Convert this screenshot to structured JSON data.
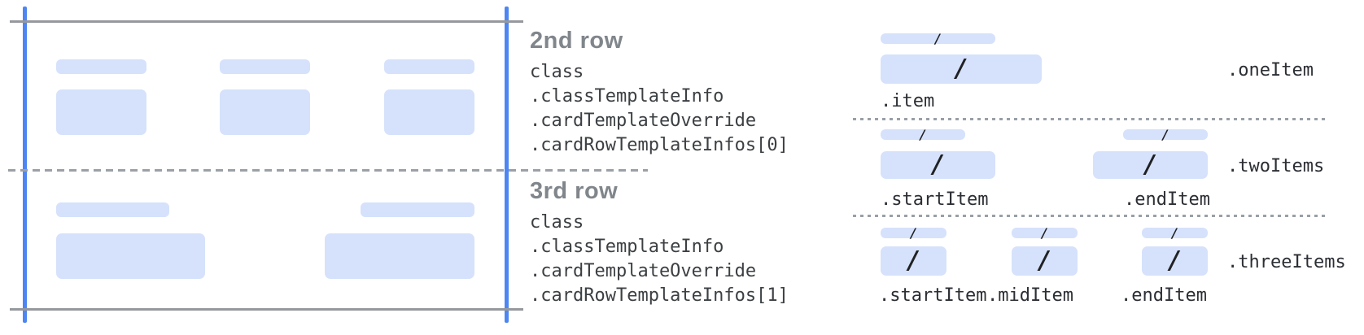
{
  "glyphs": {
    "slash": "/"
  },
  "colors": {
    "bar_fill": "#d6e2fb",
    "guide_blue": "#4d86f2",
    "guide_gray": "#95989d",
    "heading_gray": "#80868b",
    "code_text": "#3c4043",
    "slash_dark": "#202124"
  },
  "annotations": {
    "row2": {
      "heading": "2nd row",
      "lines": [
        "class",
        ".classTemplateInfo",
        ".cardTemplateOverride",
        ".cardRowTemplateInfos[0]"
      ]
    },
    "row3": {
      "heading": "3rd row",
      "lines": [
        "class",
        ".classTemplateInfo",
        ".cardTemplateOverride",
        ".cardRowTemplateInfos[1]"
      ]
    }
  },
  "right": {
    "sections": [
      {
        "row_label": ".oneItem",
        "item_labels": [
          ".item"
        ]
      },
      {
        "row_label": ".twoItems",
        "item_labels": [
          ".startItem",
          ".endItem"
        ]
      },
      {
        "row_label": ".threeItems",
        "item_labels": [
          ".startItem",
          ".midItem",
          ".endItem"
        ]
      }
    ]
  }
}
